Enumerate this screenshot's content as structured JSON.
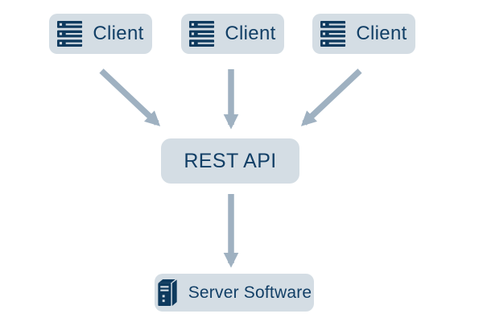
{
  "diagram": {
    "type": "architecture-flow",
    "background_color": "#ffffff",
    "colors": {
      "node_fill": "#d4dde4",
      "text": "#123f66",
      "icon": "#0e3a5e",
      "arrow": "#9fb1c1"
    },
    "clients": [
      {
        "id": "client-1",
        "label": "Client",
        "icon": "server-stack-icon"
      },
      {
        "id": "client-2",
        "label": "Client",
        "icon": "server-stack-icon"
      },
      {
        "id": "client-3",
        "label": "Client",
        "icon": "server-stack-icon"
      }
    ],
    "api": {
      "id": "rest-api",
      "label": "REST API"
    },
    "server": {
      "id": "server-software",
      "label": "Server Software",
      "icon": "server-tower-icon"
    },
    "edges": [
      {
        "from": "client-1",
        "to": "rest-api"
      },
      {
        "from": "client-2",
        "to": "rest-api"
      },
      {
        "from": "client-3",
        "to": "rest-api"
      },
      {
        "from": "rest-api",
        "to": "server-software"
      }
    ]
  }
}
